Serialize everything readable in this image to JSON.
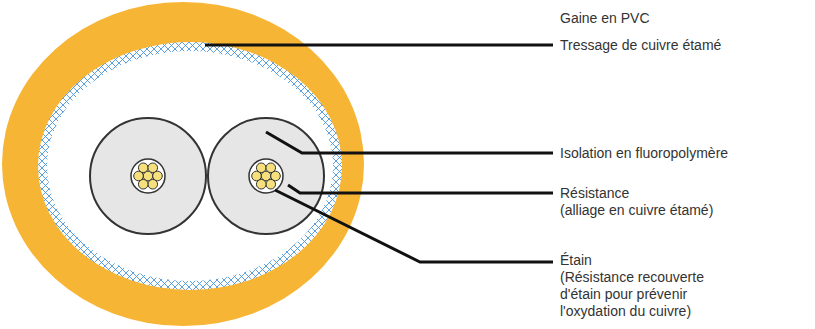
{
  "diagram": {
    "labels": [
      "Gaine en PVC",
      "Tressage de cuivre étamé",
      "Isolation en fluoropolymère",
      "Résistance",
      "(alliage en cuivre étamé)",
      "Étain",
      "(Résistance recouverte d'étain pour prévenir l'oxydation du cuivre)"
    ]
  }
}
